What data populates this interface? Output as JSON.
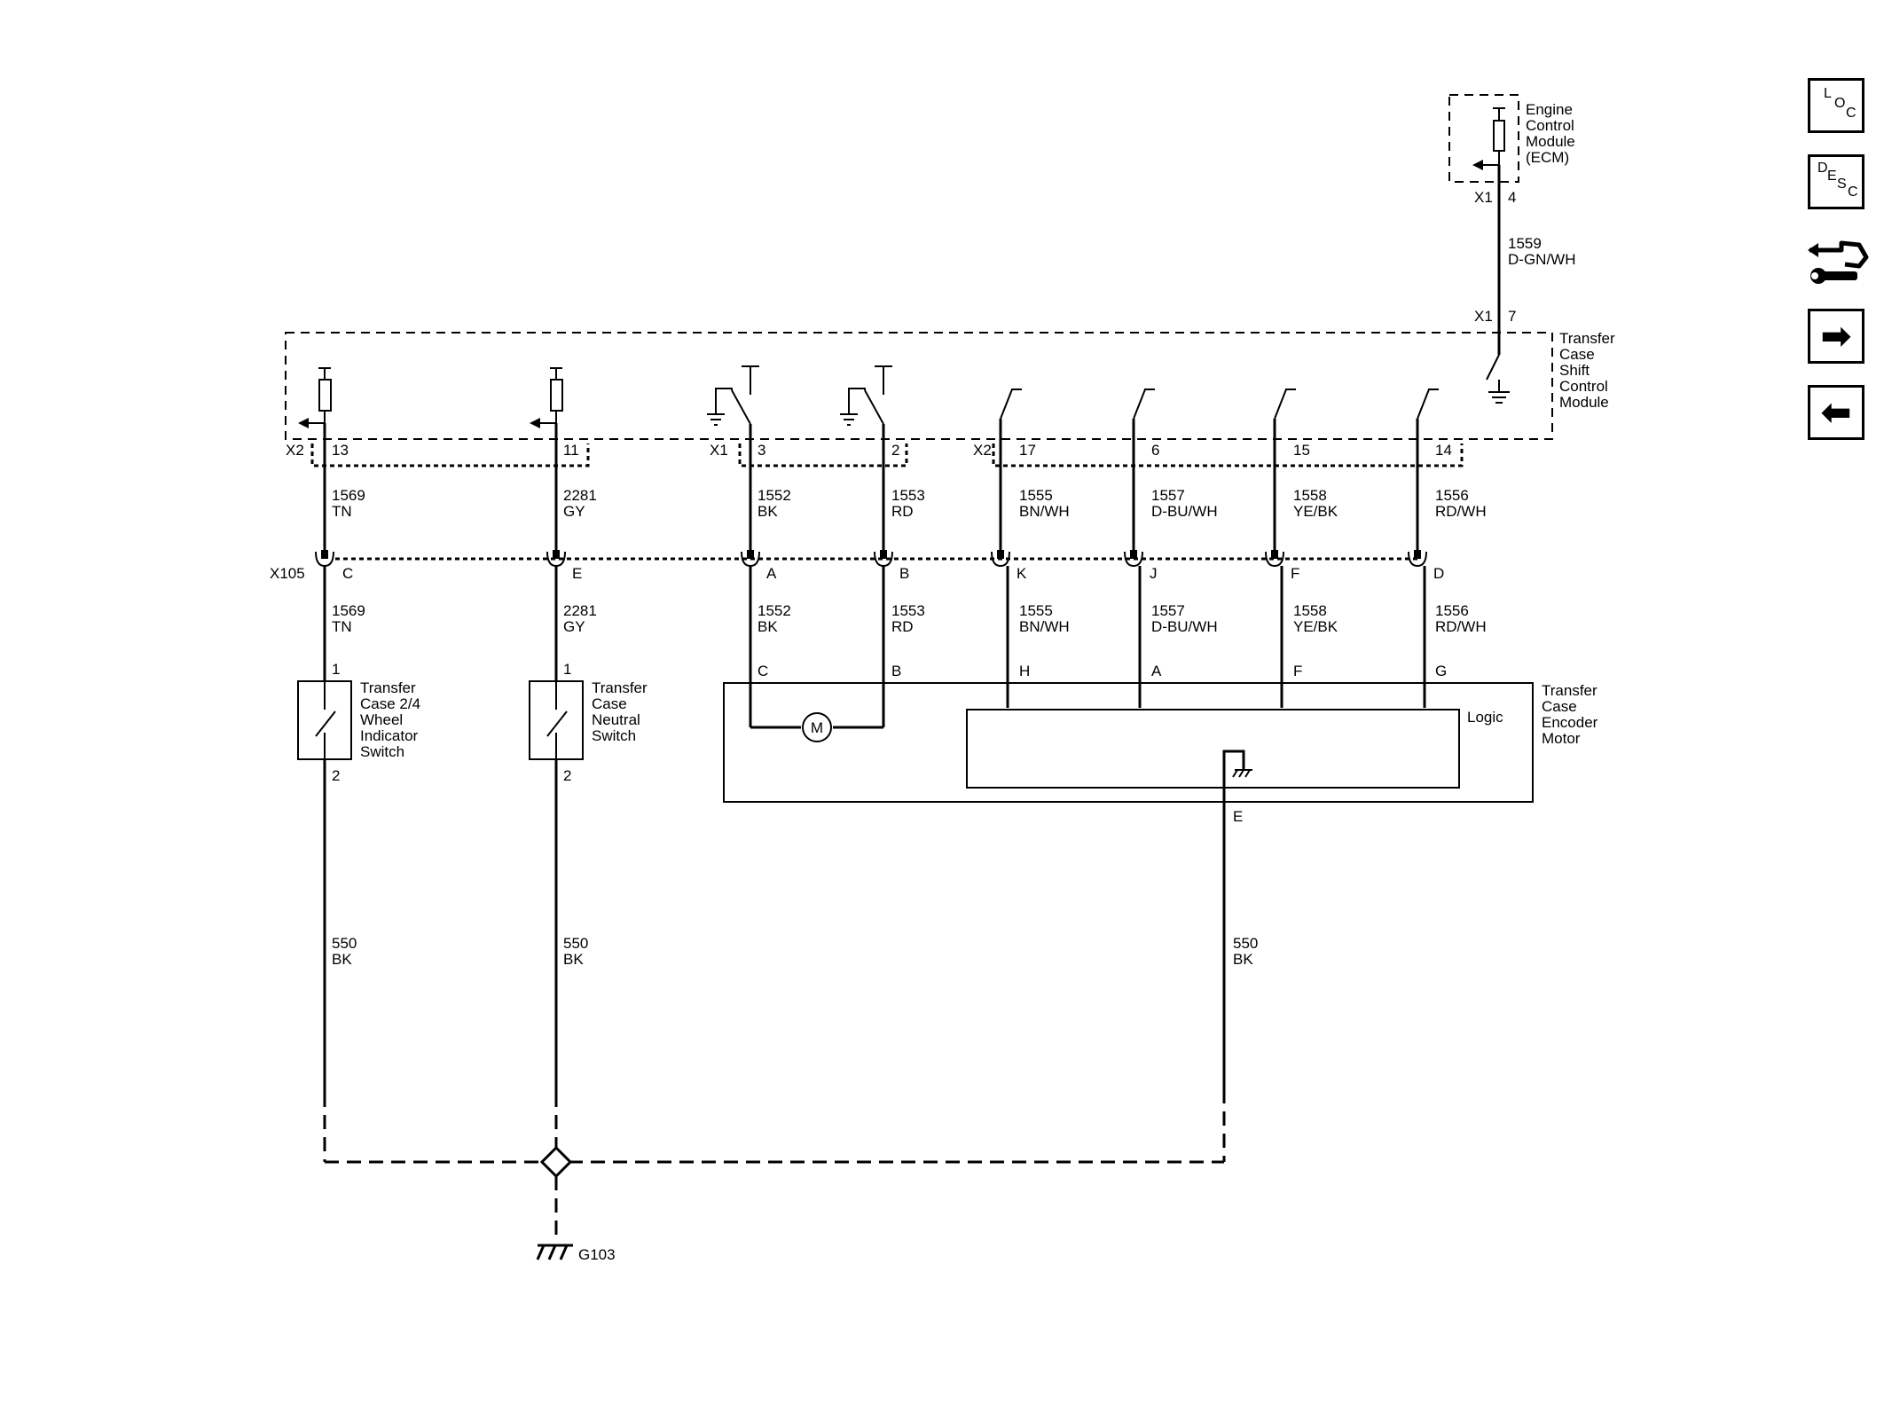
{
  "ecm": {
    "name": [
      "Engine",
      "Control",
      "Module",
      "(ECM)"
    ],
    "conn": "X1",
    "pin": "4",
    "wire_num": "1559",
    "wire_color": "D-GN/WH"
  },
  "tccm": {
    "name": [
      "Transfer",
      "Case",
      "Shift",
      "Control",
      "Module"
    ],
    "conn_in": "X1",
    "pin_in": "7"
  },
  "tccm_pins": [
    {
      "conn": "X2",
      "pin": "13"
    },
    {
      "conn": "",
      "pin": "11"
    },
    {
      "conn": "X1",
      "pin": "3"
    },
    {
      "conn": "",
      "pin": "2"
    },
    {
      "conn": "X2",
      "pin": "17"
    },
    {
      "conn": "",
      "pin": "6"
    },
    {
      "conn": "",
      "pin": "15"
    },
    {
      "conn": "",
      "pin": "14"
    }
  ],
  "x105": {
    "name": "X105",
    "pins": [
      "C",
      "E",
      "A",
      "B",
      "K",
      "J",
      "F",
      "D"
    ]
  },
  "wires": [
    {
      "num": "1569",
      "color": "TN"
    },
    {
      "num": "2281",
      "color": "GY"
    },
    {
      "num": "1552",
      "color": "BK"
    },
    {
      "num": "1553",
      "color": "RD"
    },
    {
      "num": "1555",
      "color": "BN/WH"
    },
    {
      "num": "1557",
      "color": "D-BU/WH"
    },
    {
      "num": "1558",
      "color": "YE/BK"
    },
    {
      "num": "1556",
      "color": "RD/WH"
    }
  ],
  "switches": [
    {
      "name": [
        "Transfer",
        "Case 2/4",
        "Wheel",
        "Indicator",
        "Switch"
      ],
      "pin_top": "1",
      "pin_bottom": "2"
    },
    {
      "name": [
        "Transfer",
        "Case",
        "Neutral",
        "Switch"
      ],
      "pin_top": "1",
      "pin_bottom": "2"
    }
  ],
  "encoder_motor": {
    "name": [
      "Transfer",
      "Case",
      "Encoder",
      "Motor"
    ],
    "pins": [
      "C",
      "B",
      "H",
      "A",
      "F",
      "G"
    ],
    "motor_label": "M",
    "logic_label": "Logic",
    "ground_pin": "E"
  },
  "ground_wire": {
    "num": "550",
    "color": "BK"
  },
  "ground": {
    "name": "G103"
  },
  "nav": {
    "loc": {
      "letters": [
        "L",
        "O",
        "C"
      ]
    },
    "desc": {
      "letters": [
        "D",
        "E",
        "S",
        "C"
      ]
    },
    "next_icon": "right-arrow-icon",
    "prev_icon": "left-arrow-icon",
    "hands_icon": "hand-wrench-icon"
  }
}
